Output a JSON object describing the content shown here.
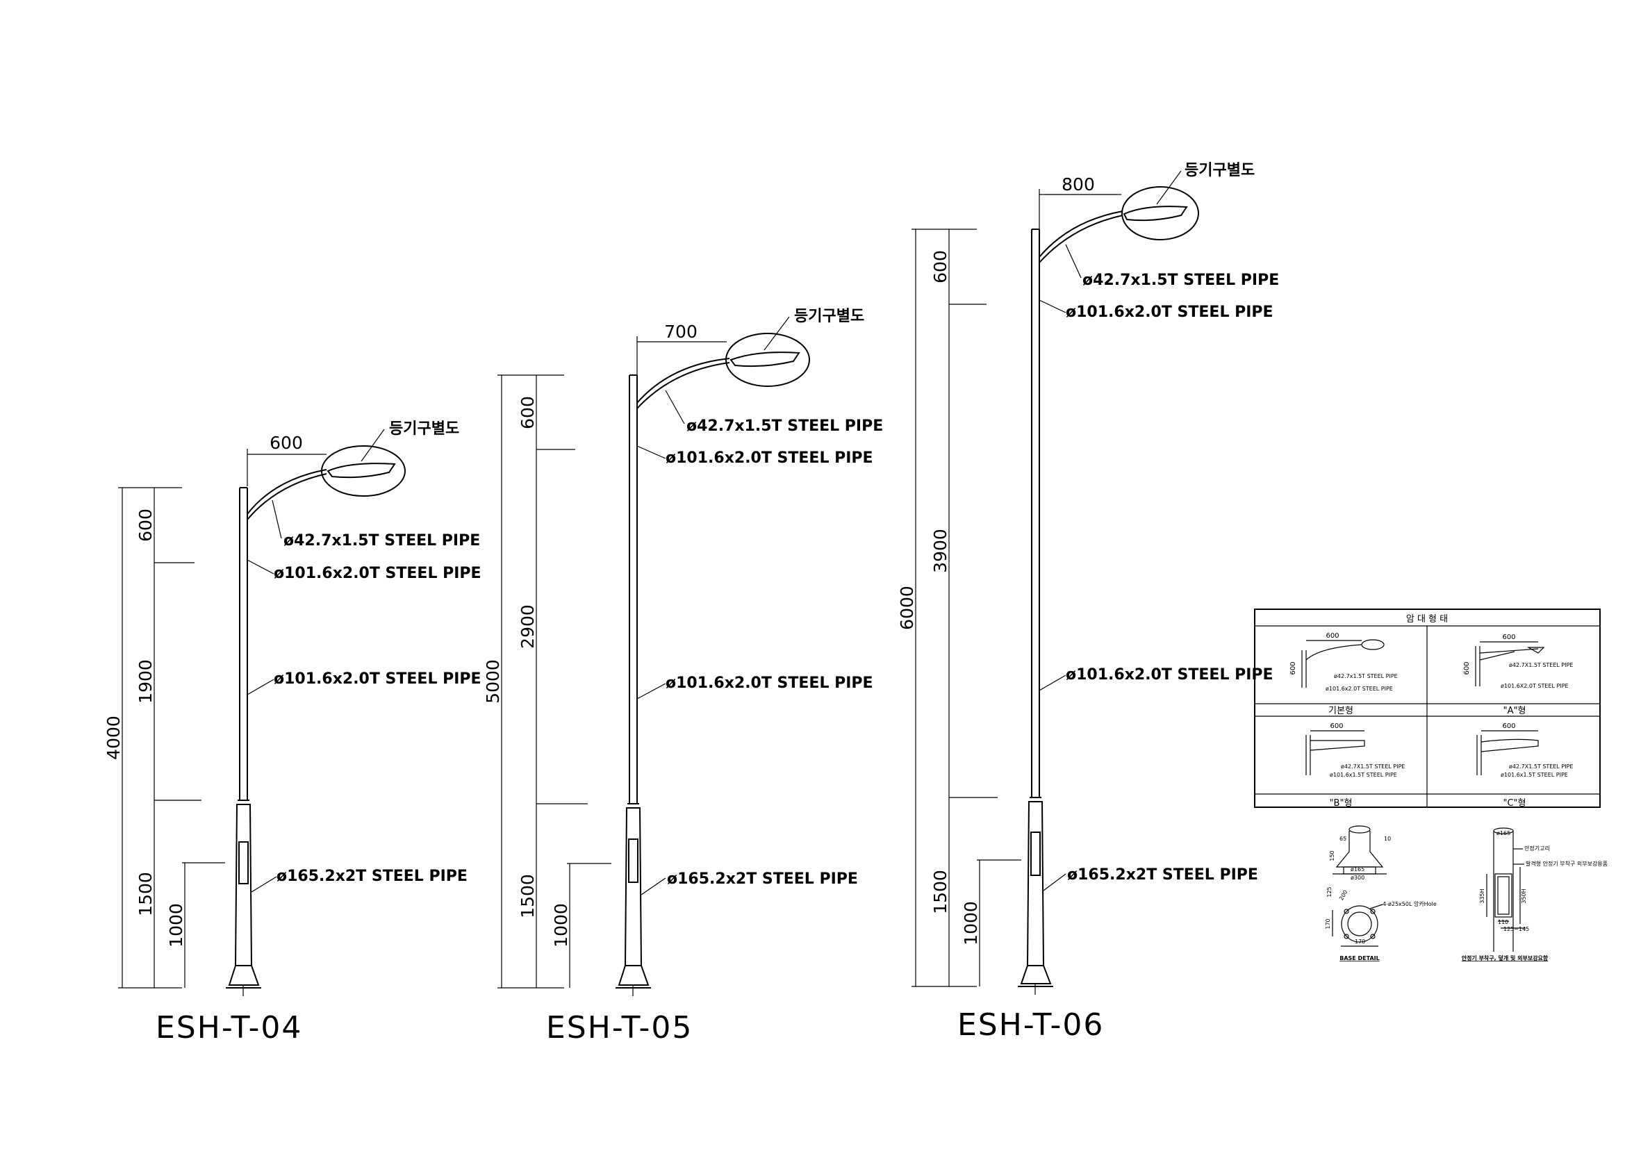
{
  "poles": [
    {
      "model": "ESH-T-04",
      "total_height": "4000",
      "upper_segment": "600",
      "middle_segment": "1900",
      "lower_segment": "1500",
      "door_height": "1000",
      "arm_reach": "600",
      "lamp_label": "등기구별도",
      "arm_pipe": "ø42.7x1.5T STEEL PIPE",
      "joint_pipe": "ø101.6x2.0T STEEL PIPE",
      "shaft_pipe": "ø101.6x2.0T STEEL PIPE",
      "base_pipe": "ø165.2x2T STEEL PIPE"
    },
    {
      "model": "ESH-T-05",
      "total_height": "5000",
      "upper_segment": "600",
      "middle_segment": "2900",
      "lower_segment": "1500",
      "door_height": "1000",
      "arm_reach": "700",
      "lamp_label": "등기구별도",
      "arm_pipe": "ø42.7x1.5T STEEL PIPE",
      "joint_pipe": "ø101.6x2.0T STEEL PIPE",
      "shaft_pipe": "ø101.6x2.0T STEEL PIPE",
      "base_pipe": "ø165.2x2T STEEL PIPE"
    },
    {
      "model": "ESH-T-06",
      "total_height": "6000",
      "upper_segment": "600",
      "middle_segment": "3900",
      "lower_segment": "1500",
      "door_height": "1000",
      "arm_reach": "800",
      "lamp_label": "등기구별도",
      "arm_pipe": "ø42.7x1.5T STEEL PIPE",
      "joint_pipe": "ø101.6x2.0T STEEL PIPE",
      "shaft_pipe": "ø101.6x2.0T STEEL PIPE",
      "base_pipe": "ø165.2x2T STEEL PIPE"
    }
  ],
  "arm_types": {
    "header": "암 대 형 태",
    "cells": [
      {
        "name": "기본형",
        "reach": "600",
        "height": "600",
        "pipe1": "ø42.7x1.5T STEEL PIPE",
        "pipe2": "ø101.6x2.0T STEEL PIPE"
      },
      {
        "name": "\"A\"형",
        "reach": "600",
        "height": "600",
        "pipe1": "ø42.7X1.5T STEEL PIPE",
        "pipe2": "ø101.6X2.0T STEEL PIPE"
      },
      {
        "name": "\"B\"형",
        "reach": "600",
        "pipe1": "ø42.7X1.5T STEEL PIPE",
        "pipe2": "ø101.6x1.5T STEEL PIPE"
      },
      {
        "name": "\"C\"형",
        "reach": "600",
        "pipe1": "ø42.7X1.5T STEEL PIPE",
        "pipe2": "ø101.6x1.5T STEEL PIPE"
      }
    ]
  },
  "base_detail": {
    "title": "BASE DETAIL",
    "dims": [
      "65",
      "10",
      "150",
      "ø165",
      "ø300",
      "125",
      "200",
      "170",
      "170"
    ],
    "anchor_note": "4-ø25x50L 앙카Hole"
  },
  "door_detail": {
    "title": "안정기 부착구, 덮개 및 외부보강요함",
    "dims": [
      "ø165",
      "110",
      "125~145",
      "335H",
      "350H"
    ],
    "notes": [
      "안정기고리",
      "발격형 안정기 부착구 외부보강용품"
    ]
  }
}
